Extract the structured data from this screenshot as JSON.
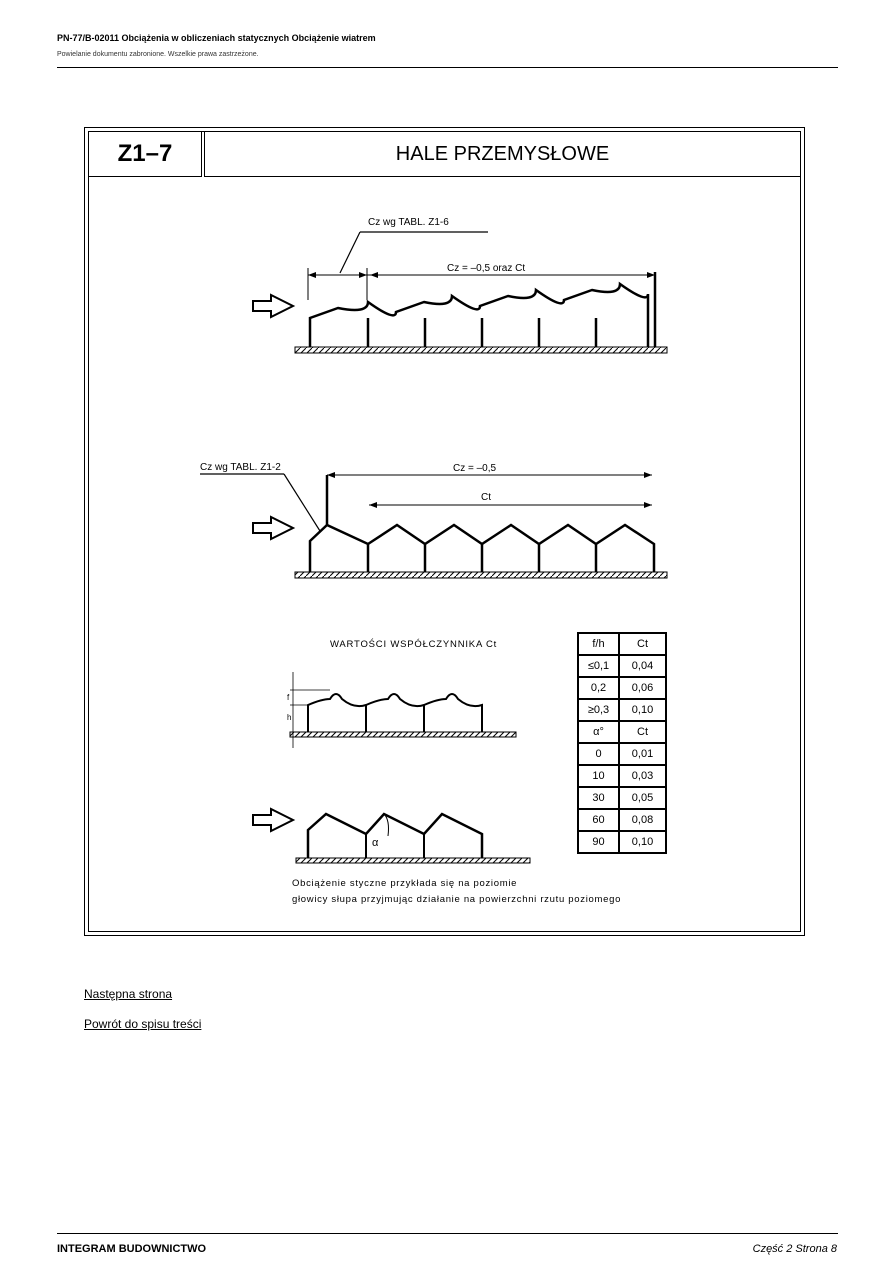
{
  "header": {
    "title": "PN-77/B-02011 Obciążenia w obliczeniach statycznych Obciążenie wiatrem",
    "subtitle": "Powielanie dokumentu zabronione. Wszelkie prawa zastrzeżone."
  },
  "sheet": {
    "code": "Z1–7",
    "title": "HALE PRZEMYSŁOWE"
  },
  "diagram1": {
    "label_ref": "Cz  wg   TABL. Z1-6",
    "label_span": "Cz =   –0,5    oraz   Ct"
  },
  "diagram2": {
    "label_ref": "Cz  wg  TABL. Z1-2",
    "label_span": "Cz =   –0,5",
    "label_ct": "Ct"
  },
  "coef_section": {
    "title": "WARTOŚCI   WSPÓŁCZYNNIKA   Ct",
    "dim_f": "f",
    "dim_h": "h",
    "alpha": "α",
    "table": {
      "head1": [
        "f/h",
        "Ct"
      ],
      "rows1": [
        [
          "≤0,1",
          "0,04"
        ],
        [
          "0,2",
          "0,06"
        ],
        [
          "≥0,3",
          "0,10"
        ]
      ],
      "head2": [
        "α°",
        "Ct"
      ],
      "rows2": [
        [
          "0",
          "0,01"
        ],
        [
          "10",
          "0,03"
        ],
        [
          "30",
          "0,05"
        ],
        [
          "60",
          "0,08"
        ],
        [
          "90",
          "0,10"
        ]
      ]
    },
    "note_line1": "Obciążenie styczne  przykłada  się  na poziomie",
    "note_line2": "głowicy  słupa  przyjmując  działanie na  powierzchni  rzutu  poziomego"
  },
  "links": {
    "next": "Następna strona",
    "toc": "Powrót do spisu treści"
  },
  "footer": {
    "left": "INTEGRAM BUDOWNICTWO",
    "right": "Część 2  Strona 8"
  }
}
